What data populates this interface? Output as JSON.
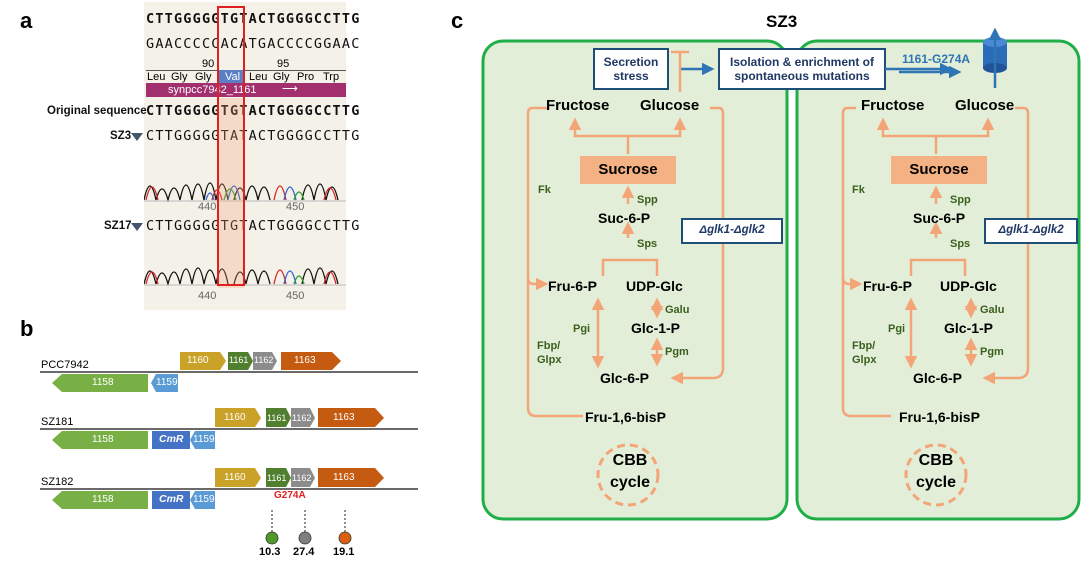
{
  "panel_labels": {
    "a": "a",
    "b": "b",
    "c": "c"
  },
  "panel_a": {
    "seq_top": "CTTGGGGGTGTACTGGGGCCTTG",
    "seq_complement": "GAACCCCCACATGACCCCGGAAC",
    "ruler": {
      "left": "90",
      "right": "95"
    },
    "amino_acids": [
      "Leu",
      "Gly",
      "Gly",
      "Val",
      "Leu",
      "Gly",
      "Pro",
      "Trp"
    ],
    "gene_bar": "synpcc7942_1161",
    "original_label": "Original sequence",
    "original_seq": "CTTGGGGGTGTACTGGGGCCTTG",
    "sz3_label": "SZ3",
    "sz3_seq": "CTTGGGGGTATACTGGGGCCTTG",
    "sz17_label": "SZ17",
    "sz17_seq": "CTTGGGGGTGTACTGGGGCCTTG",
    "trace_ticks": [
      "440",
      "450"
    ]
  },
  "panel_b": {
    "tracks": [
      {
        "label": "PCC7942",
        "genes": [
          "1158",
          "1159",
          "1160",
          "1161",
          "1162",
          "1163"
        ]
      },
      {
        "label": "SZ181",
        "genes": [
          "1158",
          "CmR",
          "1159",
          "1160",
          "1161",
          "1162",
          "1163"
        ]
      },
      {
        "label": "SZ182",
        "genes": [
          "1158",
          "CmR",
          "1159",
          "1160",
          "1161",
          "1162",
          "1163"
        ]
      }
    ],
    "mutation": "G274A",
    "markers": [
      "10.3",
      "27.4",
      "19.1"
    ],
    "colors": {
      "g1158": "#78b046",
      "g1159": "#5b9bd5",
      "cmr": "#4472c4",
      "g1160": "#c9a227",
      "g1161": "#4f7f2f",
      "g1162": "#8c8c8c",
      "g1163": "#c55a11"
    }
  },
  "panel_c": {
    "title": "SZ3",
    "secretion_stress": "Secretion stress",
    "isolation": "Isolation & enrichment of spontaneous mutations",
    "mutation_label": "1161-G274A",
    "cells": [
      {
        "fructose": "Fructose",
        "glucose": "Glucose",
        "sucrose": "Sucrose",
        "spp": "Spp",
        "suc6p": "Suc-6-P",
        "sps": "Sps",
        "fk": "Fk",
        "deletion": "Δglk1-Δglk2",
        "fru6p": "Fru-6-P",
        "udpglc": "UDP-Glc",
        "galu": "Galu",
        "glc1p": "Glc-1-P",
        "pgi": "Pgi",
        "fbp": "Fbp/ Glpx",
        "pgm": "Pgm",
        "glc6p": "Glc-6-P",
        "frubisp": "Fru-1,6-bisP",
        "cbb1": "CBB",
        "cbb2": "cycle"
      },
      {
        "fructose": "Fructose",
        "glucose": "Glucose",
        "sucrose": "Sucrose",
        "spp": "Spp",
        "suc6p": "Suc-6-P",
        "sps": "Sps",
        "fk": "Fk",
        "deletion": "Δglk1-Δglk2",
        "fru6p": "Fru-6-P",
        "udpglc": "UDP-Glc",
        "galu": "Galu",
        "glc1p": "Glc-1-P",
        "pgi": "Pgi",
        "fbp": "Fbp/ Glpx",
        "pgm": "Pgm",
        "glc6p": "Glc-6-P",
        "frubisp": "Fru-1,6-bisP",
        "cbb1": "CBB",
        "cbb2": "cycle"
      }
    ],
    "colors": {
      "cell_fill": "#e2eed7",
      "cell_border": "#1fae47",
      "arrow": "#f4a578",
      "sucrose_box": "#f4b183",
      "enzyme_text": "#3a5f1e",
      "box_border": "#1f4e79",
      "blue_text": "#2e75b6"
    }
  }
}
